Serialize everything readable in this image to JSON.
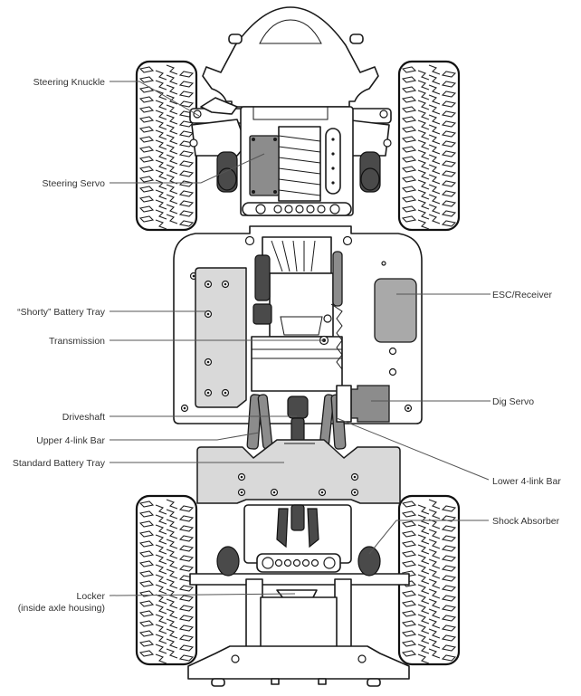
{
  "diagram": {
    "subject": "RC crawler chassis, top view",
    "labels_left": [
      {
        "id": "steering-knuckle",
        "text": "Steering Knuckle"
      },
      {
        "id": "steering-servo",
        "text": "Steering Servo"
      },
      {
        "id": "shorty-battery-tray",
        "text": "“Shorty” Battery Tray"
      },
      {
        "id": "transmission",
        "text": "Transmission"
      },
      {
        "id": "driveshaft",
        "text": "Driveshaft"
      },
      {
        "id": "upper-4-link-bar",
        "text": "Upper 4-link Bar"
      },
      {
        "id": "standard-battery-tray",
        "text": "Standard Battery Tray"
      },
      {
        "id": "locker",
        "text": "Locker",
        "subtext": "(inside axle housing)"
      }
    ],
    "labels_right": [
      {
        "id": "esc-receiver",
        "text": "ESC/Receiver"
      },
      {
        "id": "dig-servo",
        "text": "Dig Servo"
      },
      {
        "id": "lower-4-link-bar",
        "text": "Lower 4-link Bar"
      },
      {
        "id": "shock-absorber",
        "text": "Shock Absorber"
      }
    ],
    "colors": {
      "outline": "#1a1a1a",
      "label_text": "#333333",
      "leader_line": "#555555",
      "tray_fill": "#d9d9d9",
      "esc_fill": "#a9a9a9",
      "servo_fill": "#8c8c8c",
      "dark_parts": "#4a4a4a",
      "background": "#ffffff"
    }
  }
}
